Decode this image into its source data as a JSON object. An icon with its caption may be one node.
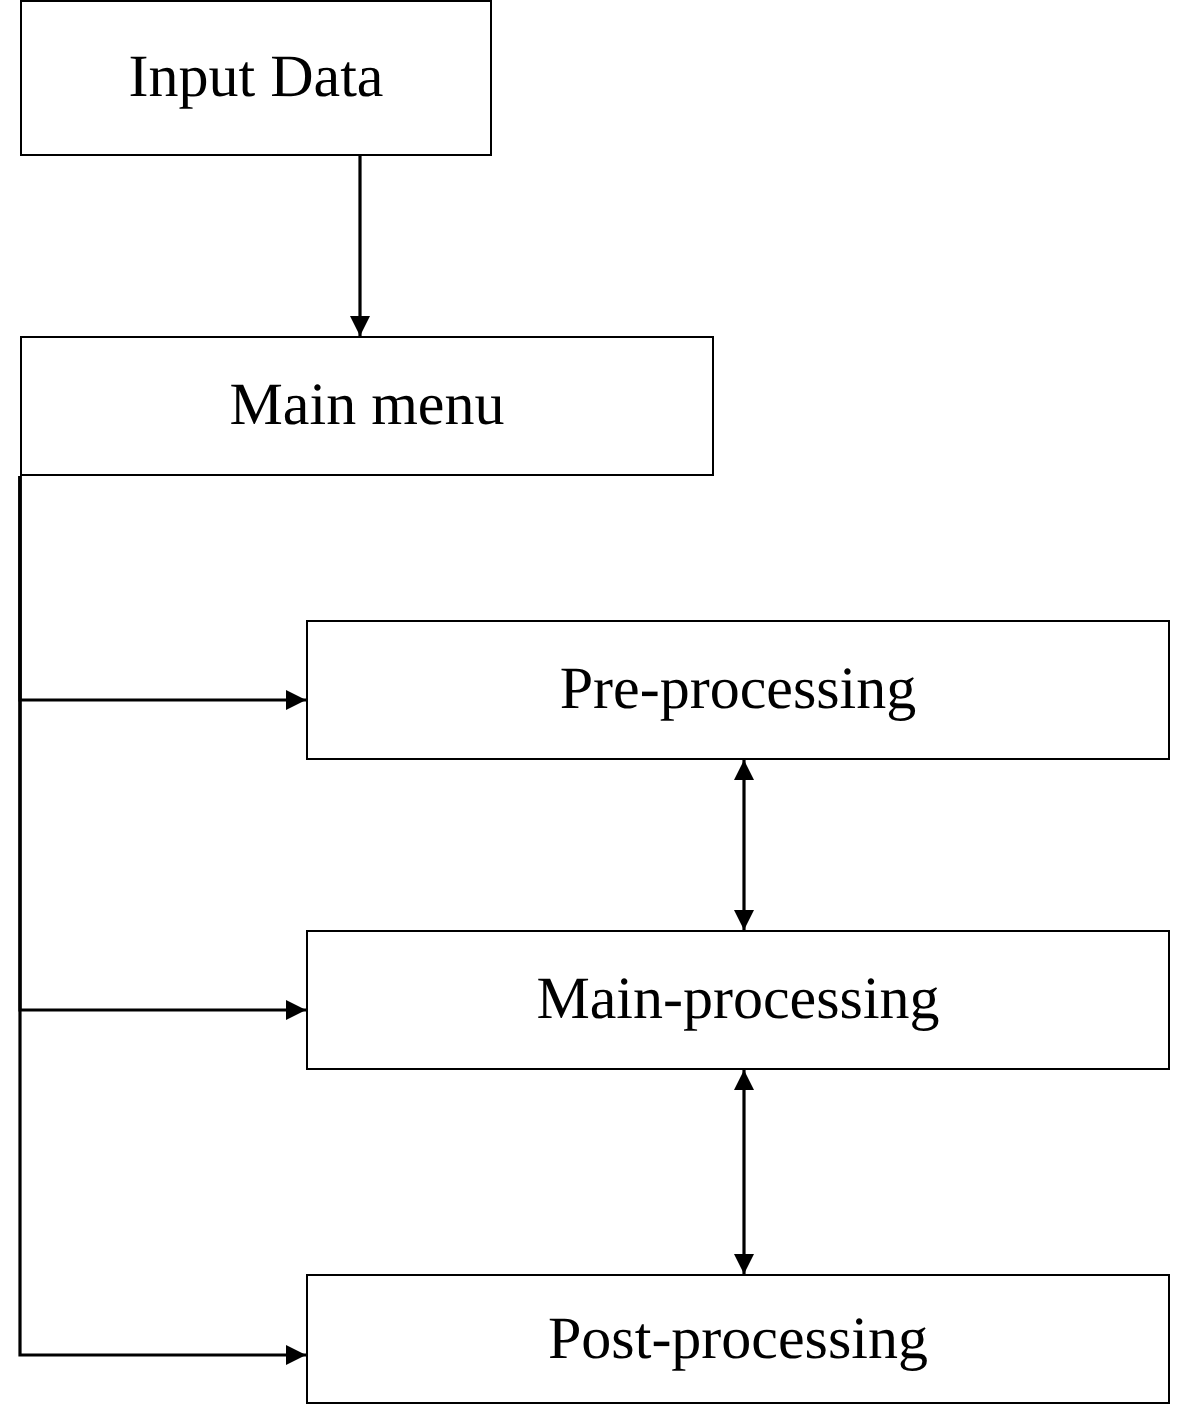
{
  "diagram": {
    "nodes": [
      {
        "text": [
          "Input Data"
        ]
      },
      {
        "text": [
          "Main menu"
        ]
      },
      {
        "text": [
          "Pre-processing"
        ]
      },
      {
        "text": [
          "Main-processing"
        ]
      },
      {
        "text": [
          "Post-processing"
        ]
      }
    ],
    "edges": [
      {
        "from": 0,
        "to": 1,
        "arrow": "to"
      },
      {
        "from": 1,
        "to": 2,
        "arrow": "to"
      },
      {
        "from": 1,
        "to": 3,
        "arrow": "to"
      },
      {
        "from": 1,
        "to": 4,
        "arrow": "to"
      },
      {
        "from": 2,
        "to": 3,
        "arrow": "both"
      },
      {
        "from": 3,
        "to": 4,
        "arrow": "both"
      }
    ]
  }
}
